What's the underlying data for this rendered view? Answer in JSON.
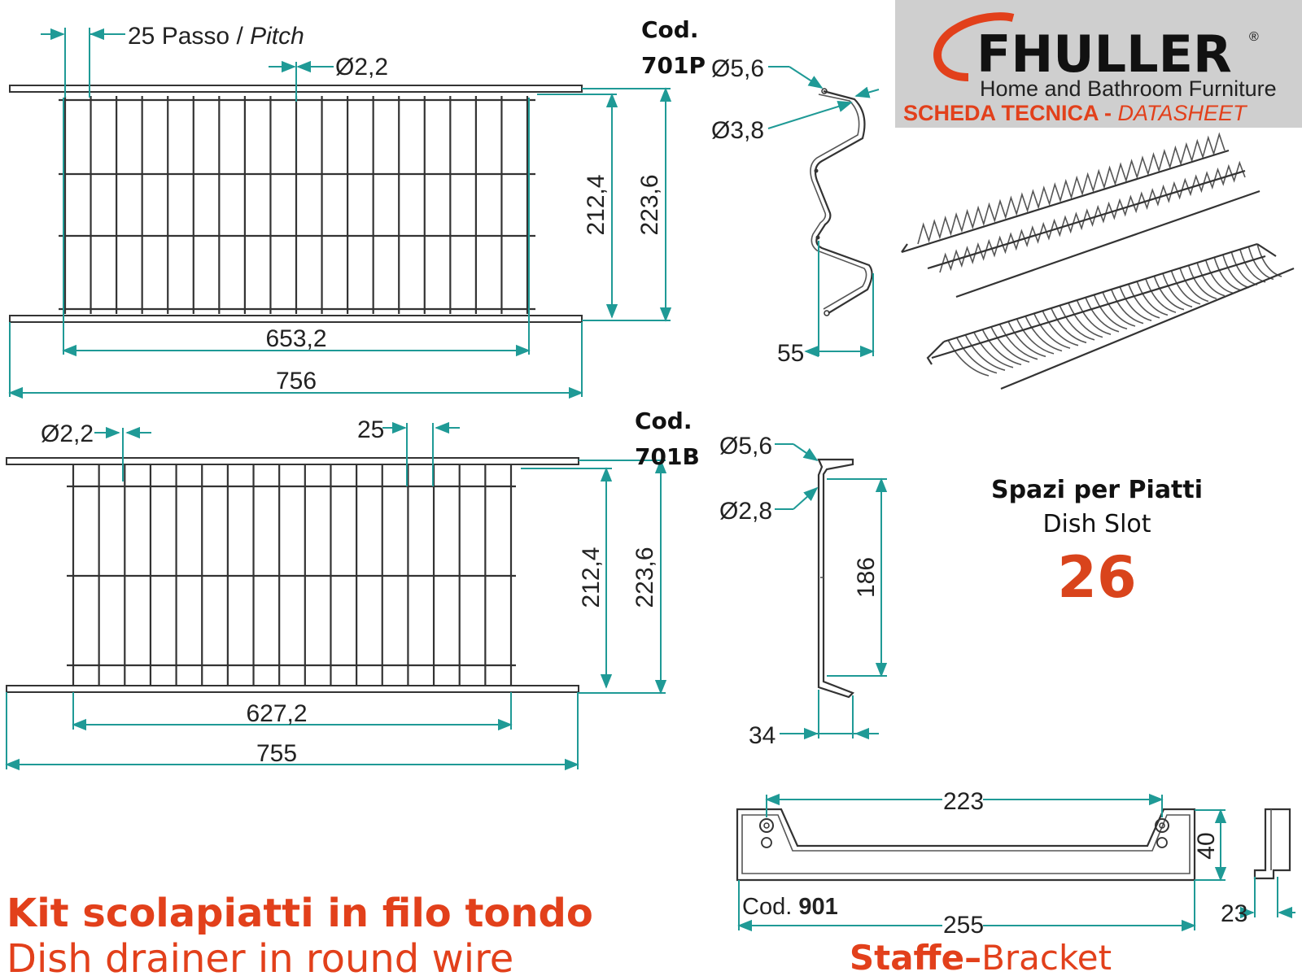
{
  "logo": {
    "brand": "FHULLER",
    "registered": "®",
    "tagline": "Home and Bathroom Furniture",
    "sheet_it": "SCHEDA TECNICA",
    "sheet_sep": " - ",
    "sheet_en": "DATASHEET"
  },
  "rack_701p": {
    "code_label": "Cod.",
    "code": "701P",
    "pitch_value": "25",
    "pitch_it": "Passo",
    "pitch_sep": " / ",
    "pitch_en": "Pitch",
    "wire_dia": "Ø2,2",
    "inner_width": "653,2",
    "total_width": "756",
    "inner_height": "212,4",
    "total_height": "223,6",
    "bars": 19
  },
  "rack_701b": {
    "code_label": "Cod.",
    "code": "701B",
    "wire_dia": "Ø2,2",
    "pitch_value": "25",
    "inner_width": "627,2",
    "total_width": "755",
    "inner_height": "212,4",
    "total_height": "223,6",
    "bars": 18
  },
  "profile_701p": {
    "outer_dia": "Ø5,6",
    "inner_dia": "Ø3,8",
    "depth": "55"
  },
  "profile_701b": {
    "outer_dia": "Ø5,6",
    "inner_dia": "Ø2,8",
    "height": "186",
    "depth": "34"
  },
  "dish_slots": {
    "title": "Spazi per Piatti",
    "subtitle": "Dish Slot",
    "value": "26"
  },
  "bracket": {
    "code_label": "Cod.",
    "code": "901",
    "inner_width": "223",
    "total_width": "255",
    "height": "40",
    "depth": "23",
    "title_it": "Staffe",
    "title_sep": "–",
    "title_en": "Bracket"
  },
  "product": {
    "title_it": "Kit scolapiatti in filo tondo",
    "title_en": "Dish drainer in round wire"
  },
  "colors": {
    "accent": "#e2401b",
    "dimension_lines": "#1f9a96",
    "logo_background": "#cfcfcf"
  }
}
